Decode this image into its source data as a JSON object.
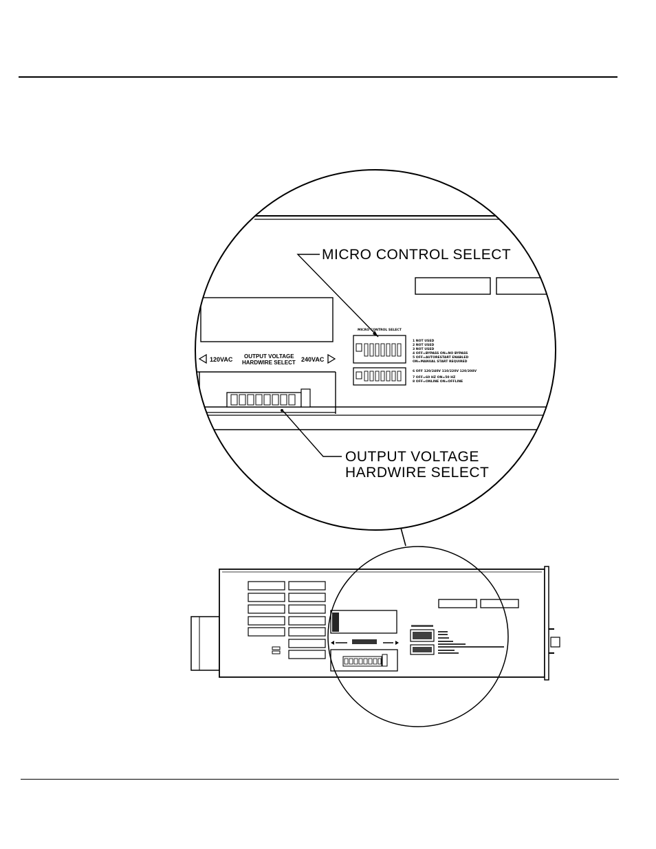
{
  "callouts": {
    "micro_control_select": "MICRO CONTROL SELECT",
    "output_voltage_line1": "OUTPUT VOLTAGE",
    "output_voltage_line2": "HARDWIRE SELECT"
  },
  "panel_labels": {
    "left_voltage": "120VAC",
    "right_voltage": "240VAC",
    "center_line1": "OUTPUT VOLTAGE",
    "center_line2": "HARDWIRE SELECT",
    "micro_header": "MICRO CONTROL SELECT"
  },
  "switch_legend": [
    "1 NOT USED",
    "2 NOT USED",
    "3 NOT USED",
    "4 OFF=BYPASS ON=NO BYPASS",
    "5 OFF=AUTORESTART ENABLED",
    "  ON=MANUAL START REQUIRED",
    "6 OFF 120/240V 110/220V 120/208V",
    "7 OFF=60 HZ ON=50 HZ",
    "8 OFF=ONLINE ON=OFFLINE"
  ]
}
